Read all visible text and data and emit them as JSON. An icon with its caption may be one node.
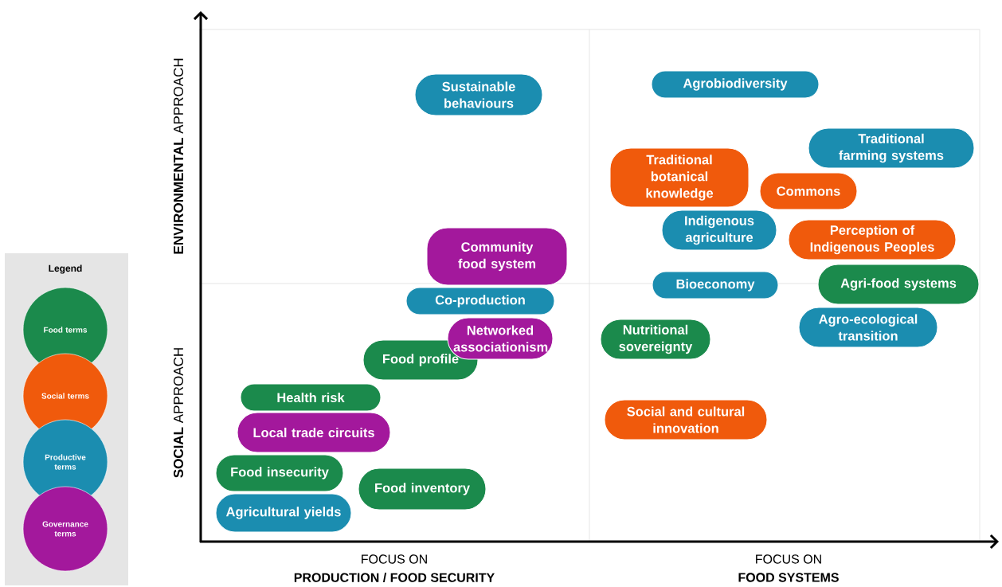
{
  "diagram": {
    "nodes": [
      {
        "text": [
          "Sustainable behaviours"
        ]
      },
      {
        "text": [
          "Agrobiodiversity"
        ]
      },
      {
        "text": [
          "Traditional farming systems"
        ]
      },
      {
        "text": [
          "Traditional botanical knowledge"
        ]
      },
      {
        "text": [
          "Commons"
        ]
      },
      {
        "text": [
          "Indigenous agriculture"
        ]
      },
      {
        "text": [
          "Perception of Indigenous Peoples"
        ]
      },
      {
        "text": [
          "Community food system"
        ]
      },
      {
        "text": [
          "Bioeconomy"
        ]
      },
      {
        "text": [
          "Agri-food systems"
        ]
      },
      {
        "text": [
          "Co-production"
        ]
      },
      {
        "text": [
          "Networked associationism"
        ]
      },
      {
        "text": [
          "Food profile"
        ]
      },
      {
        "text": [
          "Nutritional sovereignty"
        ]
      },
      {
        "text": [
          "Agro-ecological transition"
        ]
      },
      {
        "text": [
          "Health risk"
        ]
      },
      {
        "text": [
          "Local trade circuits"
        ]
      },
      {
        "text": [
          "Social and cultural innovation"
        ]
      },
      {
        "text": [
          "Food insecurity"
        ]
      },
      {
        "text": [
          "Food inventory"
        ]
      },
      {
        "text": [
          "Agricultural yields"
        ]
      }
    ],
    "labels": [
      "Legend",
      "**ENVIRONMENTAL** APPROACH",
      "**SOCIAL** APPROACH",
      "FOCUS ON",
      "PRODUCTION / FOOD SECURITY",
      "FOCUS ON",
      "FOOD SYSTEMS"
    ],
    "legend": [
      {
        "text": "Food terms",
        "color": "#1b8a4c"
      },
      {
        "text": "Social terms",
        "color": "#f05a0c"
      },
      {
        "text": "Productive terms",
        "color": "#1b8db0"
      },
      {
        "text": "Governance terms",
        "color": "#a3189c"
      }
    ]
  }
}
